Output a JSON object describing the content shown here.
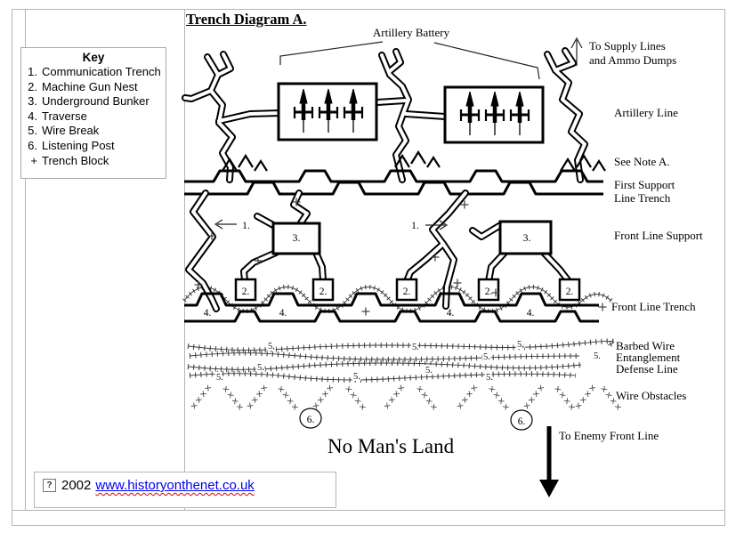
{
  "title": "Trench Diagram A.",
  "key": {
    "heading": "Key",
    "items": [
      {
        "marker": "1.",
        "label": "Communication Trench"
      },
      {
        "marker": "2.",
        "label": "Machine Gun Nest"
      },
      {
        "marker": "3.",
        "label": "Underground Bunker"
      },
      {
        "marker": "4.",
        "label": "Traverse"
      },
      {
        "marker": "5.",
        "label": "Wire Break"
      },
      {
        "marker": "6.",
        "label": "Listening Post"
      },
      {
        "marker": "+",
        "label": "Trench Block"
      }
    ]
  },
  "diagram": {
    "labels": {
      "artillery_battery": "Artillery Battery",
      "supply_line1": "To Supply Lines",
      "supply_line2": "and Ammo Dumps",
      "artillery_line": "Artillery Line",
      "see_note_a": "See Note A.",
      "first_support_line1": "First Support",
      "first_support_line2": "Line Trench",
      "front_line_support": "Front Line Support",
      "front_line_trench": "Front Line Trench",
      "barbed_wire_line1": "Barbed Wire",
      "barbed_wire_line2": "Entanglement",
      "barbed_wire_line3": "Defense Line",
      "wire_obstacles": "Wire Obstacles",
      "no_mans_land": "No Man's Land",
      "to_enemy_front_line": "To Enemy Front Line"
    },
    "markers": {
      "communication_trench": "1.",
      "machine_gun_nest": "2.",
      "underground_bunker": "3.",
      "traverse": "4.",
      "wire_break": "5.",
      "listening_post": "6.",
      "trench_block": "+"
    }
  },
  "footer": {
    "icon": "?",
    "year": "2002",
    "link": "www.historyonthenet.co.uk"
  },
  "colors": {
    "ink": "#000000",
    "frame": "#b5b5b5",
    "link": "#0000ee",
    "squiggle": "#dd0000"
  }
}
